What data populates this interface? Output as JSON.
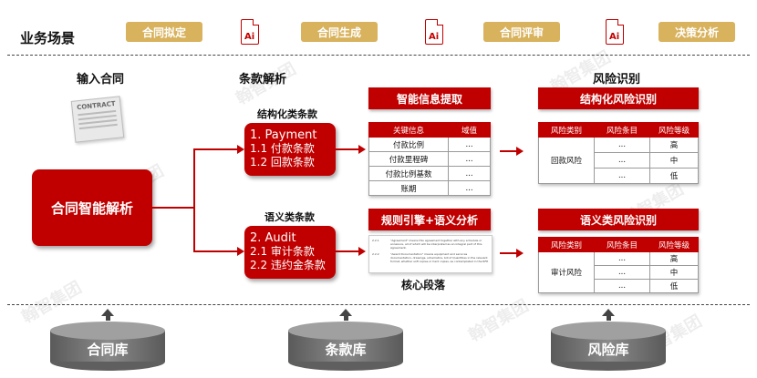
{
  "header": {
    "title": "业务场景",
    "steps": [
      "合同拟定",
      "合同生成",
      "合同评审",
      "决策分析"
    ],
    "ai_icon_label": "Ai"
  },
  "input": {
    "title": "输入合同",
    "doc_label": "CONTRACT"
  },
  "clause_parse": {
    "title": "条款解析"
  },
  "main_box": {
    "label": "合同智能解析"
  },
  "structured": {
    "title": "结构化类条款",
    "lines": [
      "1. Payment",
      "1.1 付款条款",
      "1.2 回款条款"
    ]
  },
  "semantic": {
    "title": "语义类条款",
    "lines": [
      "2. Audit",
      "2.1 审计条款",
      "2.2 违约金条款"
    ]
  },
  "extraction": {
    "title": "智能信息提取",
    "headers": [
      "关键信息",
      "域值"
    ],
    "rows": [
      [
        "付款比例",
        "..."
      ],
      [
        "付款里程碑",
        "..."
      ],
      [
        "付款比例基数",
        "..."
      ],
      [
        "账期",
        "..."
      ]
    ]
  },
  "rule_engine": {
    "title": "规则引擎+语义分析",
    "paragraphs": [
      {
        "num": "2.2.1",
        "text": "\"Agreement\" means this agreement together with any schedule or annexure, all of which will be interpreted as an integral part of this Agreement."
      },
      {
        "num": "2.2.2",
        "text": "\"Award Documentation\" means equipment and services documentation, drawings, schematics, bill of Quantities in the relevant format, whether soft copies or hard copies, as contemplated in the RFP."
      }
    ],
    "caption": "核心段落"
  },
  "risk": {
    "title": "风险识别",
    "structured_title": "结构化风险识别",
    "semantic_title": "语义类风险识别",
    "headers": [
      "风险类别",
      "风险条目",
      "风险等级"
    ],
    "structured_category": "回款风险",
    "semantic_category": "审计风险",
    "items": [
      "...",
      "...",
      "..."
    ],
    "levels": [
      "高",
      "中",
      "低"
    ]
  },
  "databases": [
    "合同库",
    "条款库",
    "风险库"
  ],
  "watermark": "翰智集团",
  "colors": {
    "accent": "#c00000",
    "pill": "#d8b25c",
    "db": "#6e6e6e"
  }
}
